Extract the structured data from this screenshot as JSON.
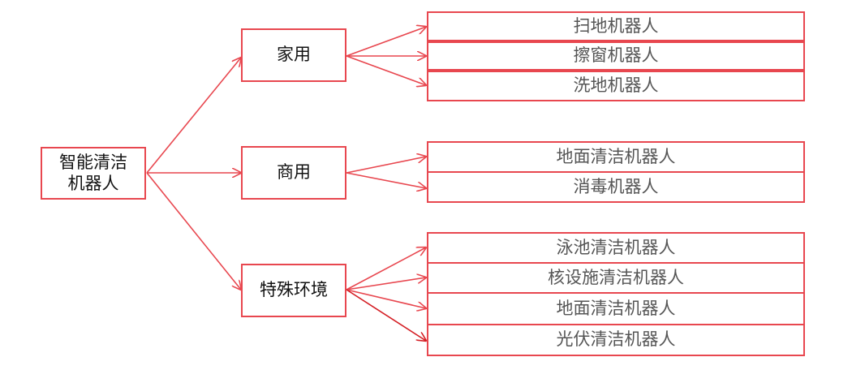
{
  "colors": {
    "stroke": "#e8474f",
    "stroke_dark": "#d41e24",
    "text_main": "#111111",
    "text_leaf": "#555555"
  },
  "root": {
    "label": "智能清洁机器人"
  },
  "categories": [
    {
      "label": "家用",
      "items": [
        "扫地机器人",
        "擦窗机器人",
        "洗地机器人"
      ]
    },
    {
      "label": "商用",
      "items": [
        "地面清洁机器人",
        "消毒机器人"
      ]
    },
    {
      "label": "特殊环境",
      "items": [
        "泳池清洁机器人",
        "核设施清洁机器人",
        "地面清洁机器人",
        "光伏清洁机器人"
      ]
    }
  ]
}
